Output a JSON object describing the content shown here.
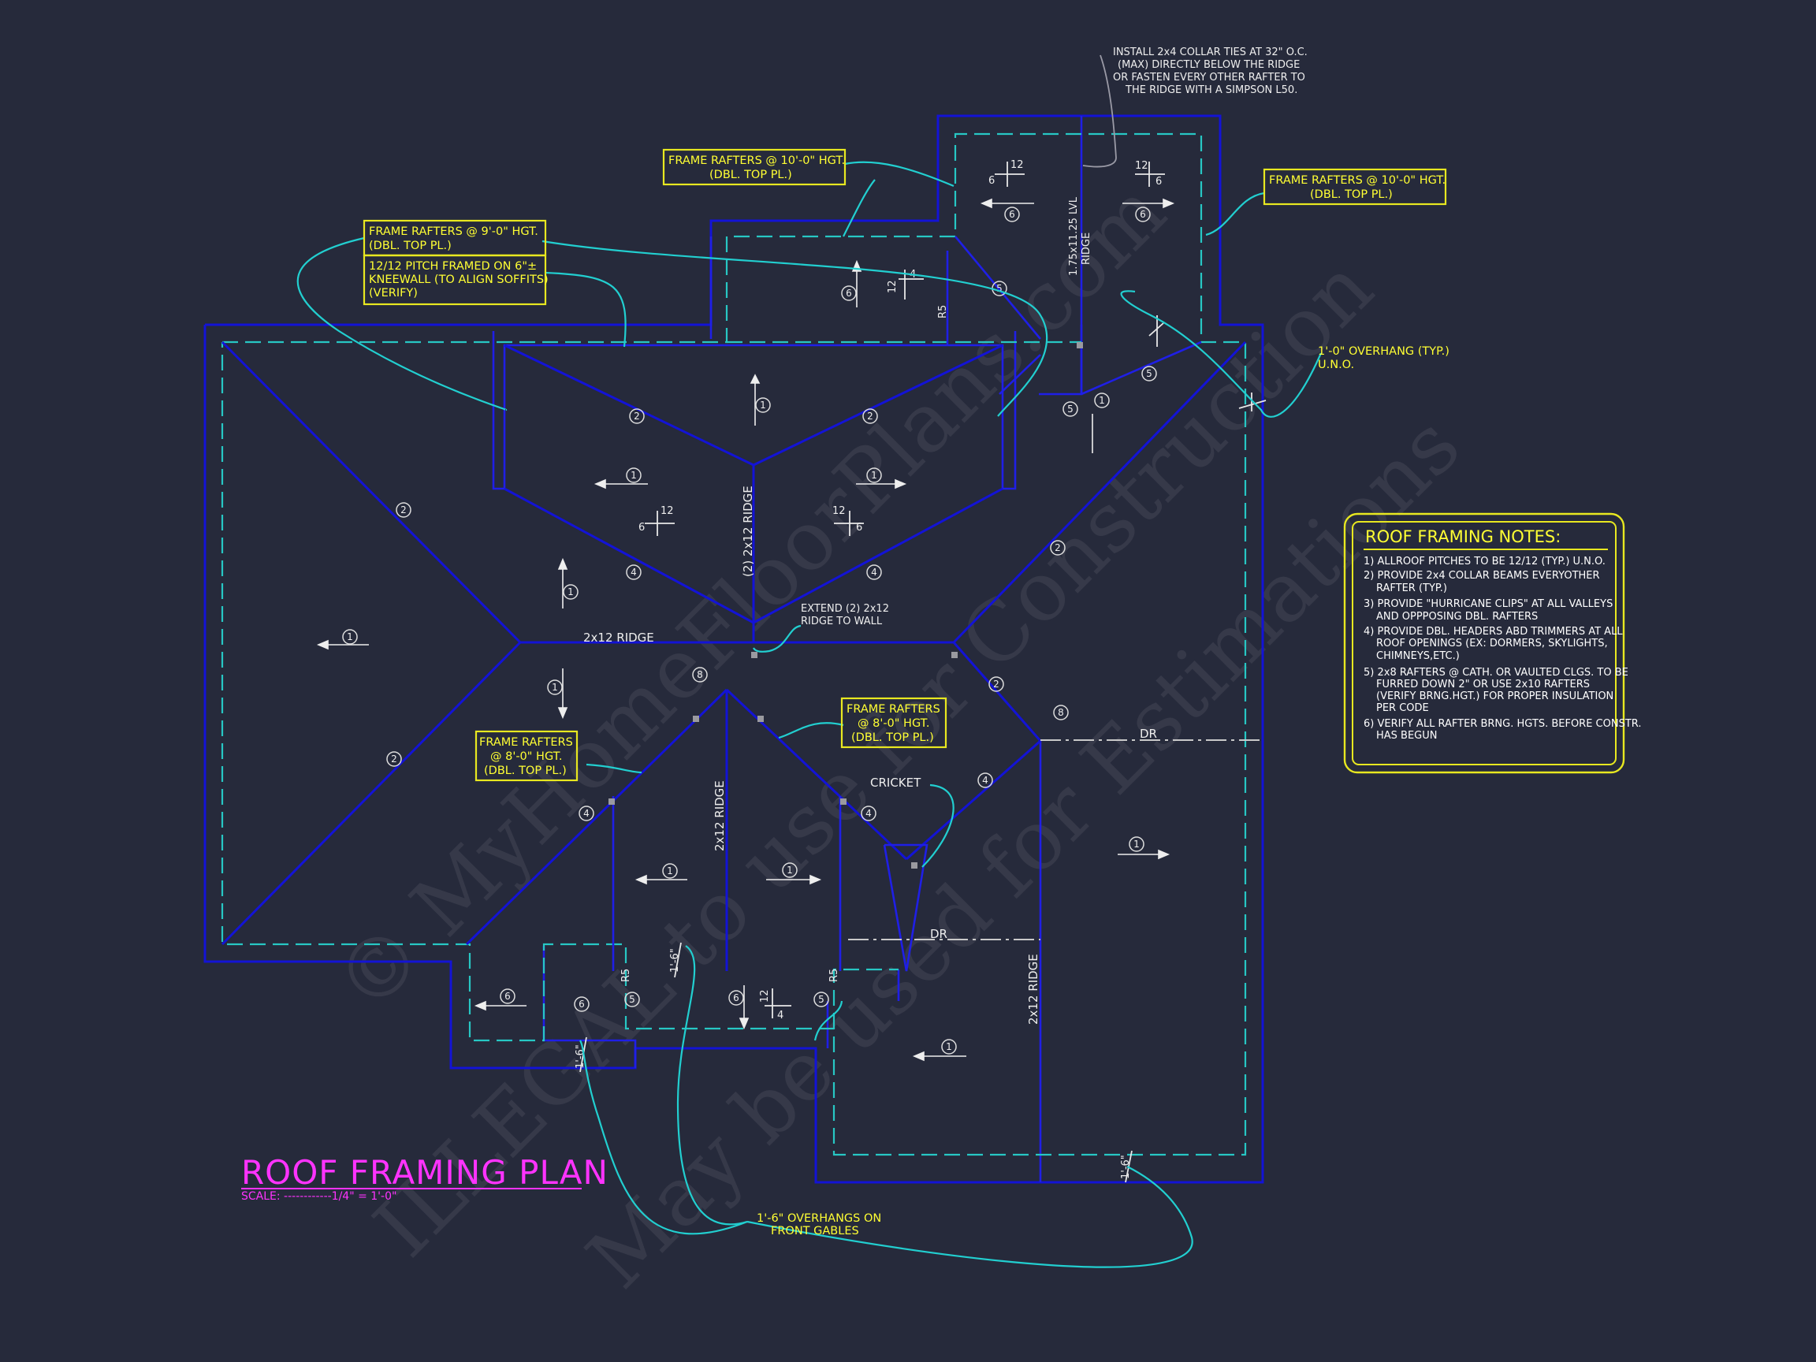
{
  "title": "ROOF FRAMING PLAN",
  "scale_label": "SCALE: ------------1/4\" = 1'-0\"",
  "watermark": [
    "© MyHomeFloorPlans.com",
    "ILLEGAL to use for Construction",
    "May be used for Estimations"
  ],
  "callouts": {
    "collar_ties": [
      "INSTALL 2x4 COLLAR TIES AT 32\" O.C.",
      "(MAX) DIRECTLY BELOW THE RIDGE",
      "OR FASTEN EVERY OTHER RAFTER TO",
      "THE RIDGE WITH A SIMPSON L50."
    ],
    "frame_10_center": [
      "FRAME RAFTERS @ 10'-0\" HGT.",
      "(DBL. TOP PL.)"
    ],
    "frame_10_right": [
      "FRAME RAFTERS @ 10'-0\" HGT.",
      "(DBL. TOP PL.)"
    ],
    "frame_9": [
      "FRAME RAFTERS @ 9'-0\" HGT.",
      "(DBL. TOP PL.)"
    ],
    "pitch_kneewall": [
      "12/12 PITCH FRAMED ON 6\"±",
      "KNEEWALL (TO ALIGN SOFFITS)",
      "(VERIFY)"
    ],
    "overhang_typ": [
      "1'-0\" OVERHANG (TYP.)",
      "U.N.O."
    ],
    "extend_ridge": [
      "EXTEND (2) 2x12",
      "RIDGE TO WALL"
    ],
    "frame_8_right": [
      "FRAME RAFTERS",
      "@ 8'-0\" HGT.",
      "(DBL. TOP PL.)"
    ],
    "frame_8_left": [
      "FRAME RAFTERS",
      "@ 8'-0\" HGT.",
      "(DBL. TOP PL.)"
    ],
    "cricket": "CRICKET",
    "front_gables": [
      "1'-6\" OVERHANGS ON",
      "FRONT GABLES"
    ]
  },
  "labels": {
    "ridge_main": "2x12 RIDGE",
    "ridge_vertical": "(2) 2x12 RIDGE",
    "ridge_lower": "2x12 RIDGE",
    "ridge_right": "2x12 RIDGE",
    "lvl_ridge": [
      "1.75x11.25 LVL",
      "RIDGE"
    ],
    "r5": "R5",
    "dr": "DR",
    "overhang_1_6": "1'-6\""
  },
  "pitch": {
    "rise": "12",
    "run_6": "6",
    "run_4": "4"
  },
  "notes": {
    "heading": "ROOF FRAMING NOTES:",
    "items": [
      [
        "1) ALLROOF PITCHES TO BE  12/12 (TYP.) U.N.O."
      ],
      [
        "2) PROVIDE 2x4 COLLAR BEAMS EVERYOTHER",
        "RAFTER (TYP.)"
      ],
      [
        "3) PROVIDE \"HURRICANE CLIPS\" AT ALL VALLEYS",
        "AND OPPPOSING DBL. RAFTERS"
      ],
      [
        "4) PROVIDE DBL. HEADERS ABD TRIMMERS AT ALL",
        "ROOF OPENINGS (EX: DORMERS, SKYLIGHTS,",
        "CHIMNEYS,ETC.)"
      ],
      [
        "5) 2x8 RAFTERS @ CATH. OR VAULTED CLGS. TO BE",
        "FURRED DOWN 2\" OR USE 2x10 RAFTERS",
        "(VERIFY BRNG.HGT.) FOR PROPER INSULATION",
        "PER CODE"
      ],
      [
        "6) VERIFY ALL RAFTER BRNG. HGTS. BEFORE CONSTR.",
        "HAS BEGUN"
      ]
    ]
  },
  "rafter_marks": [
    "1",
    "2",
    "4",
    "5",
    "6",
    "8"
  ],
  "colors": {
    "background": "#262a3b",
    "wall": "#1313d6",
    "eave": "#27c7c4",
    "callout": "#ffff33",
    "title": "#ff33ff"
  }
}
